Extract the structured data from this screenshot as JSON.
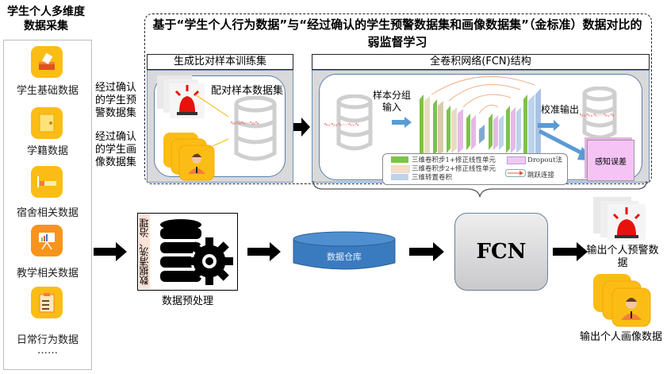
{
  "left_column": {
    "title": "学生个人多维度数据采集",
    "items": [
      {
        "label": "学生基础数据",
        "icon": "ballot-box-icon",
        "color": "#fbbd15"
      },
      {
        "label": "学籍数据",
        "icon": "folder-icon",
        "color": "#fbbd15"
      },
      {
        "label": "宿舍相关数据",
        "icon": "bed-icon",
        "color": "#fbbd15"
      },
      {
        "label": "教学相关数据",
        "icon": "presentation-board-icon",
        "color": "#f7941d"
      },
      {
        "label": "日常行为数据",
        "icon": "clipboard-icon",
        "color": "#fbbd15"
      }
    ],
    "ellipsis": "……"
  },
  "weak_supervision": {
    "title": "基于“学生个人行为数据”与“经过确认的学生预警数据集和画像数据集”（金标准）数据对比的弱监督学习",
    "inputs": {
      "warning_set": "经过确认的学生预警数据集",
      "portrait_set": "经过确认的学生画像数据集"
    },
    "training_section": {
      "header": "生成比对样本训练集",
      "paired_label": "配对样本数据集"
    },
    "fcn_section": {
      "header": "全卷积网络(FCN)结构",
      "input_label": "样本分组输入",
      "output_label": "校准输出",
      "error_label": "感知误差",
      "legend": [
        {
          "label": "三维卷积步1+修正线性单元",
          "color": "#7dc24b"
        },
        {
          "label": "三维卷积步2+修正线性单元",
          "color": "#f8dcc8"
        },
        {
          "label": "三维转置卷积",
          "color": "#bcd3ea"
        },
        {
          "label": "Dropout法",
          "color": "#f1c8f1"
        },
        {
          "label": "跳跃连接",
          "color": "#e8534a"
        }
      ]
    }
  },
  "pipeline": {
    "preprocess_vertical": "数据清洗、治理",
    "preprocess_label": "数据预处理",
    "warehouse_label": "数据仓库",
    "fcn_label": "FCN",
    "outputs": [
      {
        "label": "输出个人预警数据"
      },
      {
        "label": "输出个人画像数据"
      }
    ]
  },
  "colors": {
    "icon_yellow": "#fbbd15",
    "icon_orange": "#f7941d",
    "warehouse_blue": "#3a7bbf",
    "alarm_red": "#e8120c",
    "error_box": "#f5c4f5"
  }
}
